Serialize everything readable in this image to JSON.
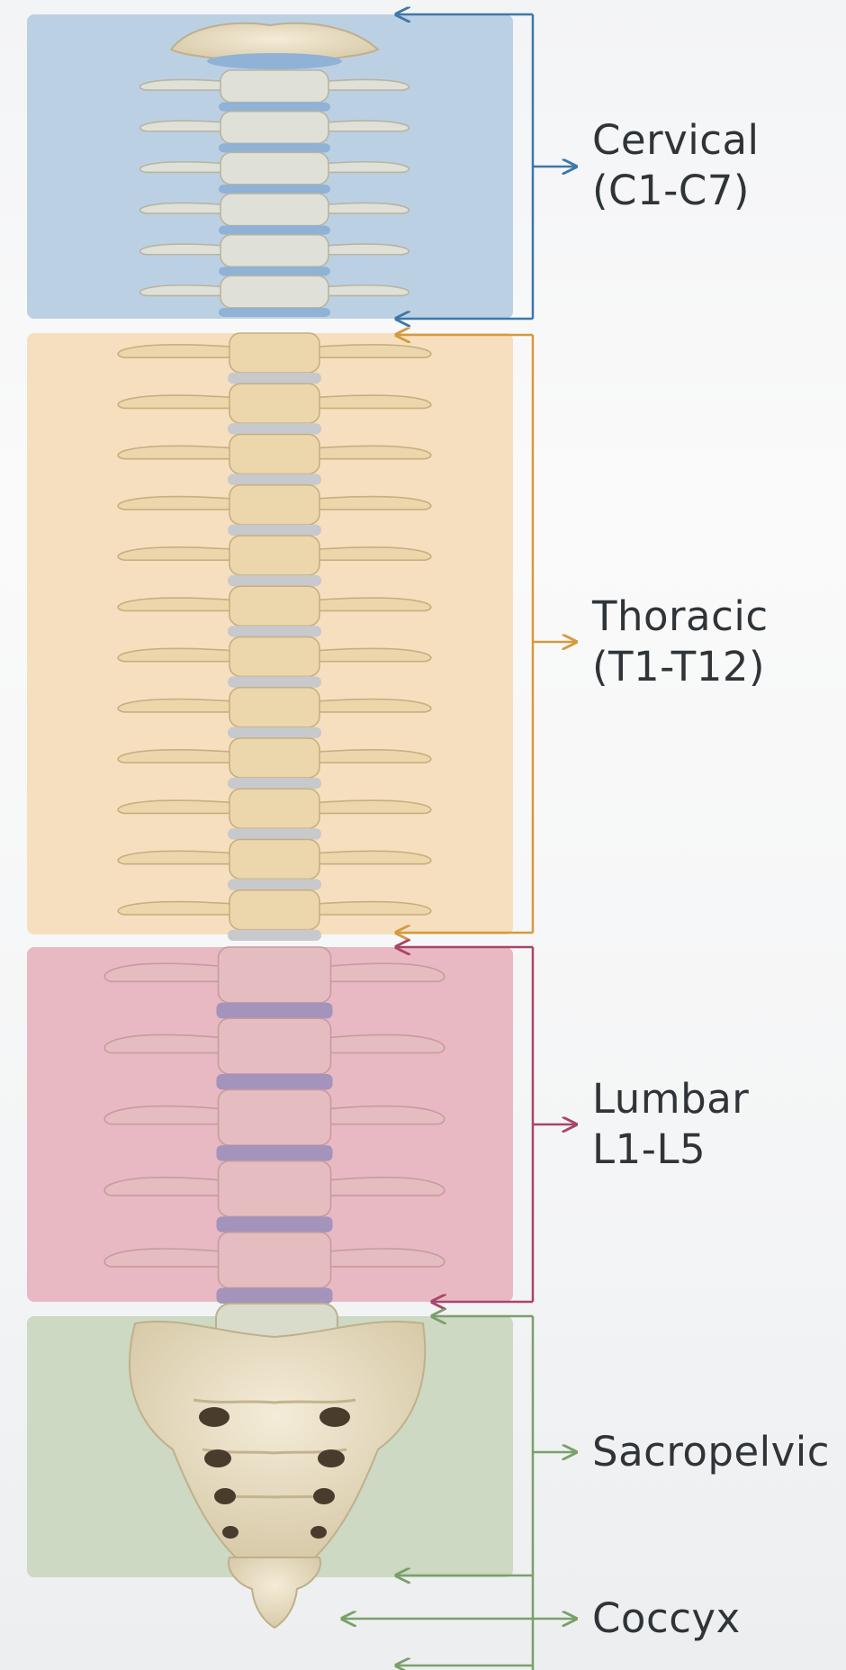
{
  "labels": {
    "cervical": {
      "line1": "Cervical",
      "line2": "(C1-C7)"
    },
    "thoracic": {
      "line1": "Thoracic",
      "line2": "(T1-T12)"
    },
    "lumbar": {
      "line1": "Lumbar",
      "line2": "L1-L5"
    },
    "sacropelvic": {
      "line1": "Sacropelvic"
    },
    "coccyx": {
      "line1": "Coccyx"
    }
  },
  "colors": {
    "cervical": "#3f77a8",
    "thoracic": "#d59a3d",
    "lumbar": "#a8456a",
    "sacropelvic": "#7aa06a",
    "bone": "#e7dcc0",
    "bone_shadow": "#c9b995"
  }
}
